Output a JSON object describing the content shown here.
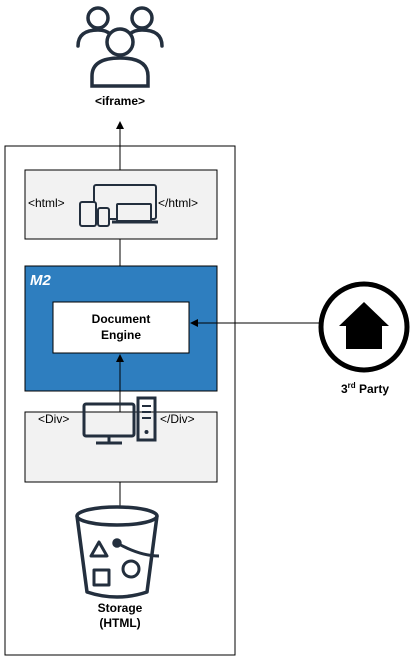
{
  "iframe": {
    "label": "<iframe>"
  },
  "html_box": {
    "open_tag": "<html>",
    "close_tag": "</html>"
  },
  "m2": {
    "title": "M2"
  },
  "document_engine": {
    "line1": "Document",
    "line2": "Engine"
  },
  "div_box": {
    "open_tag": "<Div>",
    "close_tag": "</Div>"
  },
  "storage": {
    "line1": "Storage",
    "line2": "(HTML)"
  },
  "third_party": {
    "prefix": "3",
    "sup": "rd",
    "suffix": " Party"
  },
  "icons": [
    "users-icon",
    "devices-icon",
    "desktop-computer-icon",
    "storage-bucket-icon",
    "home-icon"
  ],
  "colors": {
    "m2_fill": "#2E7EBF",
    "box_fill": "#F2F2F2",
    "border": "#000000"
  }
}
